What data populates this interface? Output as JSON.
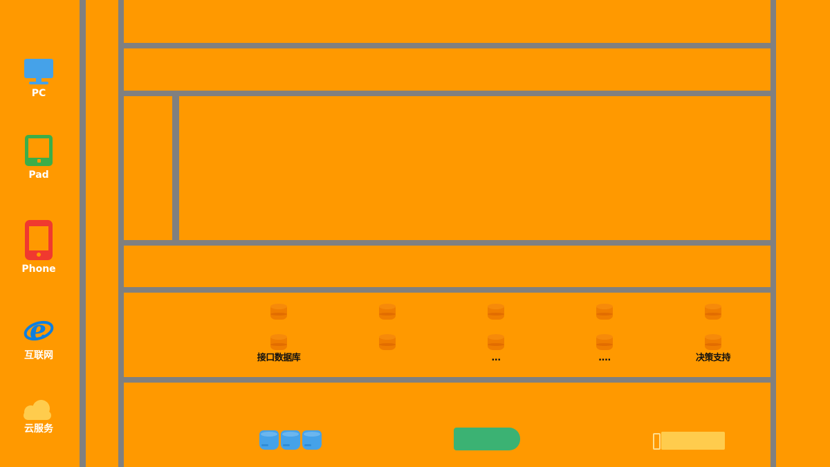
{
  "colors": {
    "background": "#FF9900",
    "frame_gray": "#808080",
    "device_blue": "#45A2E9",
    "pad_green": "#3BAE49",
    "phone_red": "#F0392F",
    "ie_blue": "#0E7FE0",
    "cloud_yellow": "#FFCC4D",
    "db_orange": "#EF7D00",
    "drive_green": "#3BB273",
    "server_yellow": "#FFCC4D",
    "sidebar_text": "#FFFFFF",
    "db_label_text": "#111111"
  },
  "sidebar": {
    "items": [
      {
        "icon": "pc-icon",
        "label": "PC"
      },
      {
        "icon": "tablet-icon",
        "label": "Pad"
      },
      {
        "icon": "phone-icon",
        "label": "Phone"
      },
      {
        "icon": "internet-explorer-icon",
        "label": "互联网"
      },
      {
        "icon": "cloud-icon",
        "label": "云服务"
      }
    ]
  },
  "layers": {
    "boxes": [
      "top-band",
      "second-band",
      "split-band",
      "fourth-band",
      "database-band",
      "infrastructure-band"
    ]
  },
  "storage_row": {
    "columns": [
      {
        "icon": "database-icon",
        "label": "接口数据库"
      },
      {
        "icon": "database-icon",
        "label": ""
      },
      {
        "icon": "database-icon",
        "label": "..."
      },
      {
        "icon": "database-icon",
        "label": "...."
      },
      {
        "icon": "database-icon",
        "label": "决策支持"
      }
    ]
  },
  "bottom_row": {
    "items": [
      {
        "icon": "blue-database-cluster"
      },
      {
        "icon": "green-storage-drive"
      },
      {
        "icon": "yellow-server-bar"
      }
    ]
  }
}
